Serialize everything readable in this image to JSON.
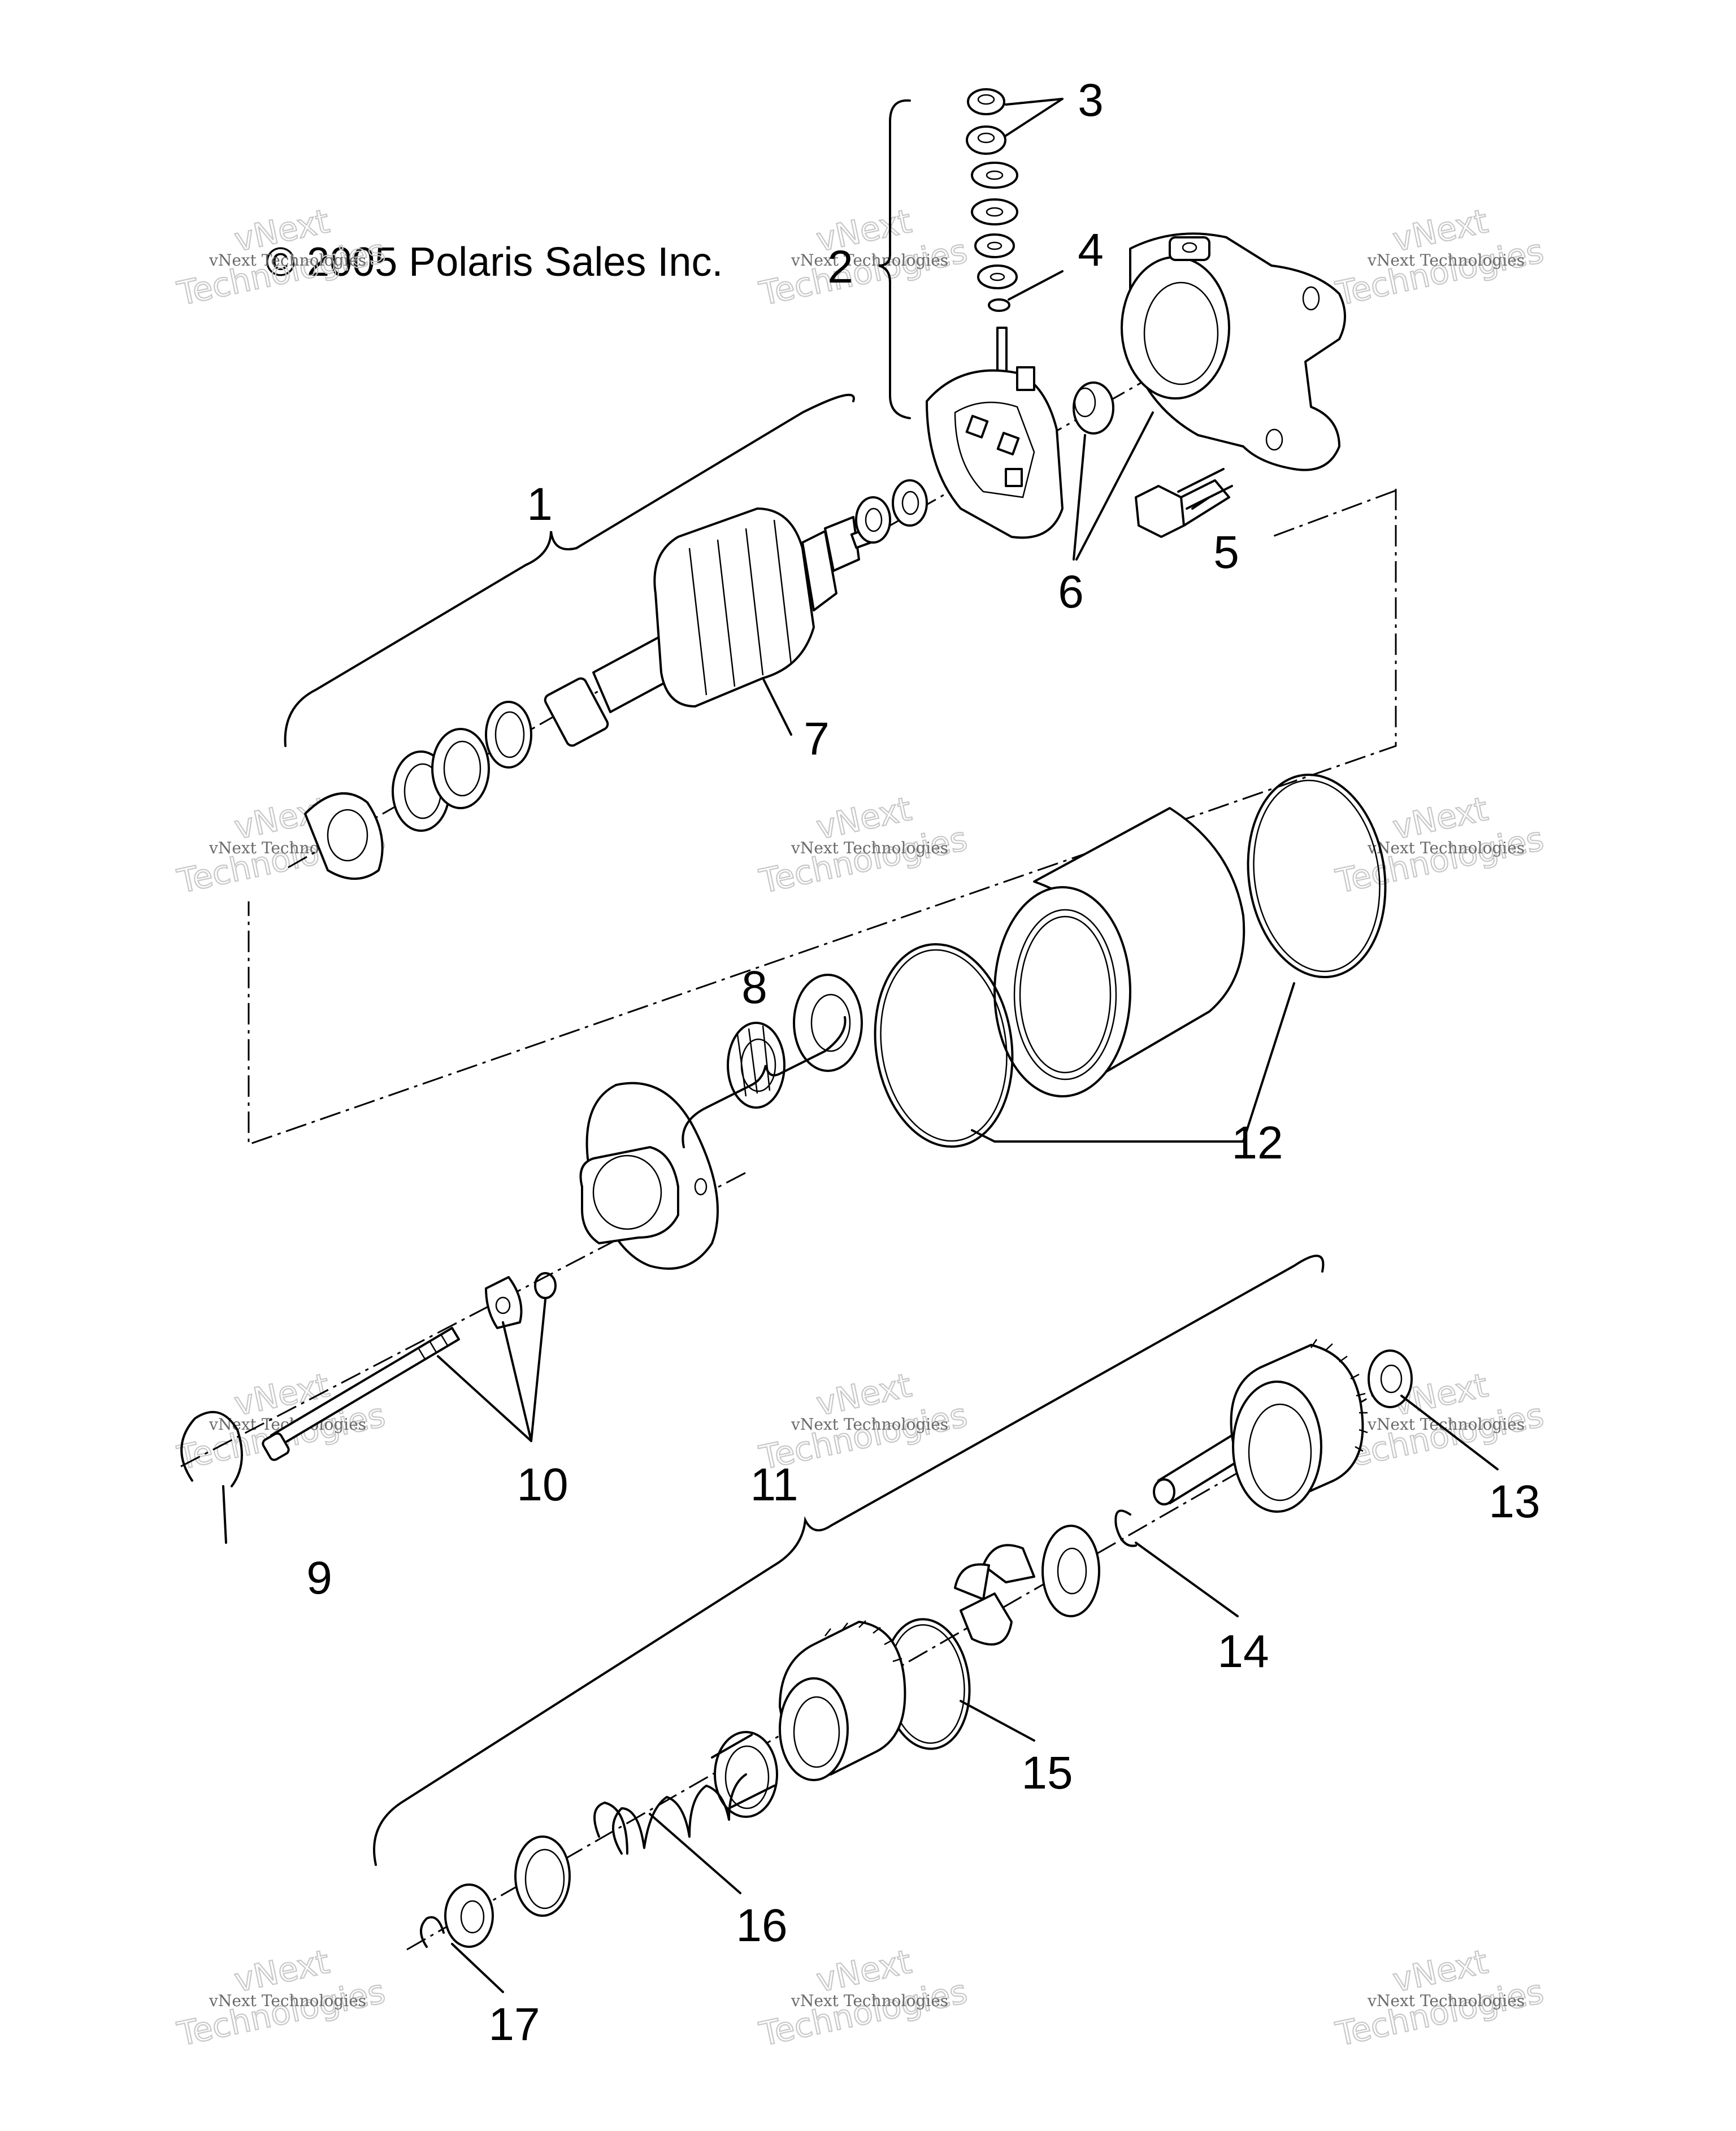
{
  "copyright": "© 2005 Polaris Sales Inc.",
  "watermark": {
    "brand_top": "vNext",
    "brand_mid": "Technologies",
    "small_text": "vNext Technologies"
  },
  "callouts": [
    "1",
    "2",
    "3",
    "4",
    "5",
    "6",
    "7",
    "8",
    "9",
    "10",
    "11",
    "12",
    "13",
    "14",
    "15",
    "16",
    "17"
  ]
}
